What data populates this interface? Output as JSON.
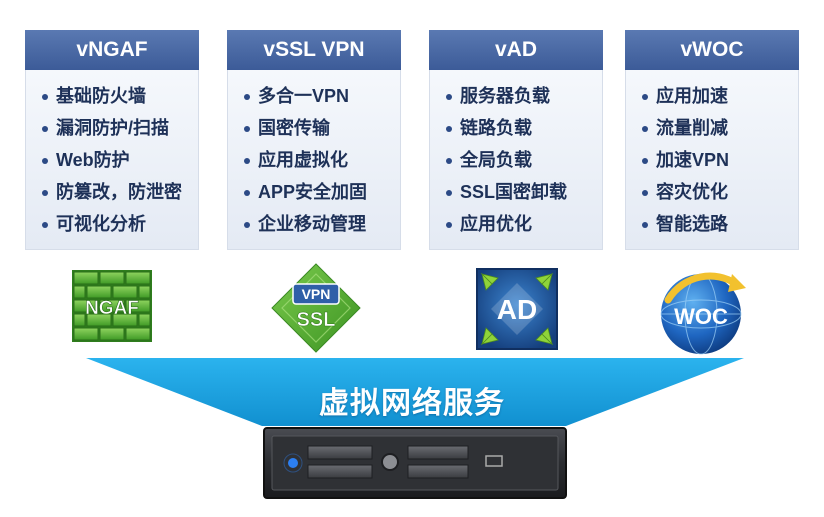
{
  "modules": [
    {
      "title": "vNGAF",
      "features": [
        "基础防火墙",
        "漏洞防护/扫描",
        "Web防护",
        "防篡改，防泄密",
        "可视化分析"
      ],
      "icon": "ngaf-firewall-icon",
      "icon_text": "NGAF"
    },
    {
      "title": "vSSL VPN",
      "features": [
        "多合一VPN",
        "国密传输",
        "应用虚拟化",
        "APP安全加固",
        "企业移动管理"
      ],
      "icon": "ssl-vpn-icon",
      "icon_text_top": "VPN",
      "icon_text_bottom": "SSL"
    },
    {
      "title": "vAD",
      "features": [
        "服务器负载",
        "链路负载",
        "全局负载",
        "SSL国密卸载",
        "应用优化"
      ],
      "icon": "ad-load-balancer-icon",
      "icon_text": "AD"
    },
    {
      "title": "vWOC",
      "features": [
        "应用加速",
        "流量削减",
        "加速VPN",
        "容灾优化",
        "智能选路"
      ],
      "icon": "woc-globe-icon",
      "icon_text": "WOC"
    }
  ],
  "banner": {
    "title": "虚拟网络服务"
  },
  "server": {
    "icon": "server-icon"
  },
  "colors": {
    "header": "#4a6aa6",
    "card_bg": "#eaeff7",
    "text": "#1e3158",
    "banner": "#1fa6e4",
    "wall_green": "#5fb536",
    "diamond_green": "#5bb233",
    "ad_blue": "#1f5ea8"
  }
}
